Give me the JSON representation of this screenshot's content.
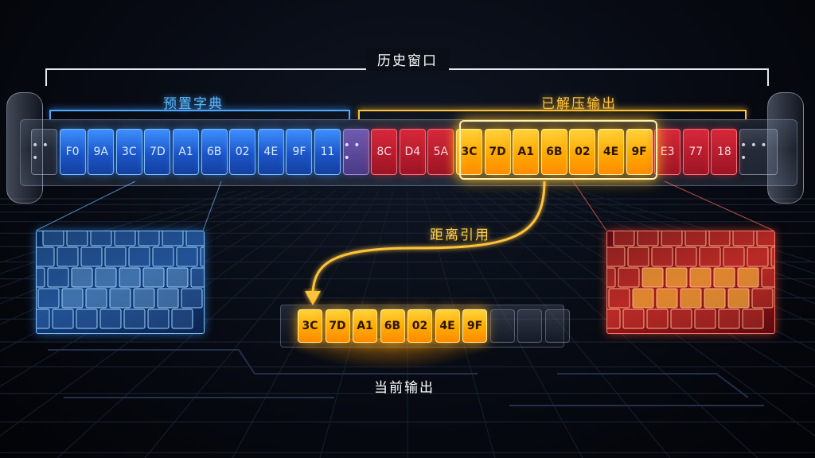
{
  "labels": {
    "history_window": "历史窗口",
    "preset_dictionary": "预置字典",
    "decompressed_output": "已解压输出",
    "distance_reference": "距离引用",
    "current_output": "当前输出"
  },
  "window_cells": [
    {
      "text": "• • •",
      "kind": "gray"
    },
    {
      "text": "F0",
      "kind": "blue"
    },
    {
      "text": "9A",
      "kind": "blue"
    },
    {
      "text": "3C",
      "kind": "blue"
    },
    {
      "text": "7D",
      "kind": "blue"
    },
    {
      "text": "A1",
      "kind": "blue"
    },
    {
      "text": "6B",
      "kind": "blue"
    },
    {
      "text": "02",
      "kind": "blue"
    },
    {
      "text": "4E",
      "kind": "blue"
    },
    {
      "text": "9F",
      "kind": "blue"
    },
    {
      "text": "11",
      "kind": "blue"
    },
    {
      "text": "• • •",
      "kind": "purple"
    },
    {
      "text": "8C",
      "kind": "red"
    },
    {
      "text": "D4",
      "kind": "red"
    },
    {
      "text": "5A",
      "kind": "red"
    },
    {
      "text": "3C",
      "kind": "orange"
    },
    {
      "text": "7D",
      "kind": "orange"
    },
    {
      "text": "A1",
      "kind": "orange"
    },
    {
      "text": "6B",
      "kind": "orange"
    },
    {
      "text": "02",
      "kind": "orange"
    },
    {
      "text": "4E",
      "kind": "orange"
    },
    {
      "text": "9F",
      "kind": "orange"
    },
    {
      "text": "E3",
      "kind": "red"
    },
    {
      "text": "77",
      "kind": "red"
    },
    {
      "text": "18",
      "kind": "red"
    },
    {
      "text": "• • • •",
      "kind": "gray"
    }
  ],
  "current_cells": [
    {
      "text": "3C",
      "kind": "orange"
    },
    {
      "text": "7D",
      "kind": "orange"
    },
    {
      "text": "A1",
      "kind": "orange"
    },
    {
      "text": "6B",
      "kind": "orange"
    },
    {
      "text": "02",
      "kind": "orange"
    },
    {
      "text": "4E",
      "kind": "orange"
    },
    {
      "text": "9F",
      "kind": "orange"
    },
    {
      "text": "",
      "kind": "dim"
    },
    {
      "text": "",
      "kind": "dim"
    },
    {
      "text": "",
      "kind": "dim"
    }
  ],
  "colors": {
    "dictionary": "#4fa9ff",
    "decompressed": "#ffc23a",
    "match": "#ffaa00",
    "distant_output": "#d6283a",
    "history_bracket": "#e6e9ee"
  }
}
